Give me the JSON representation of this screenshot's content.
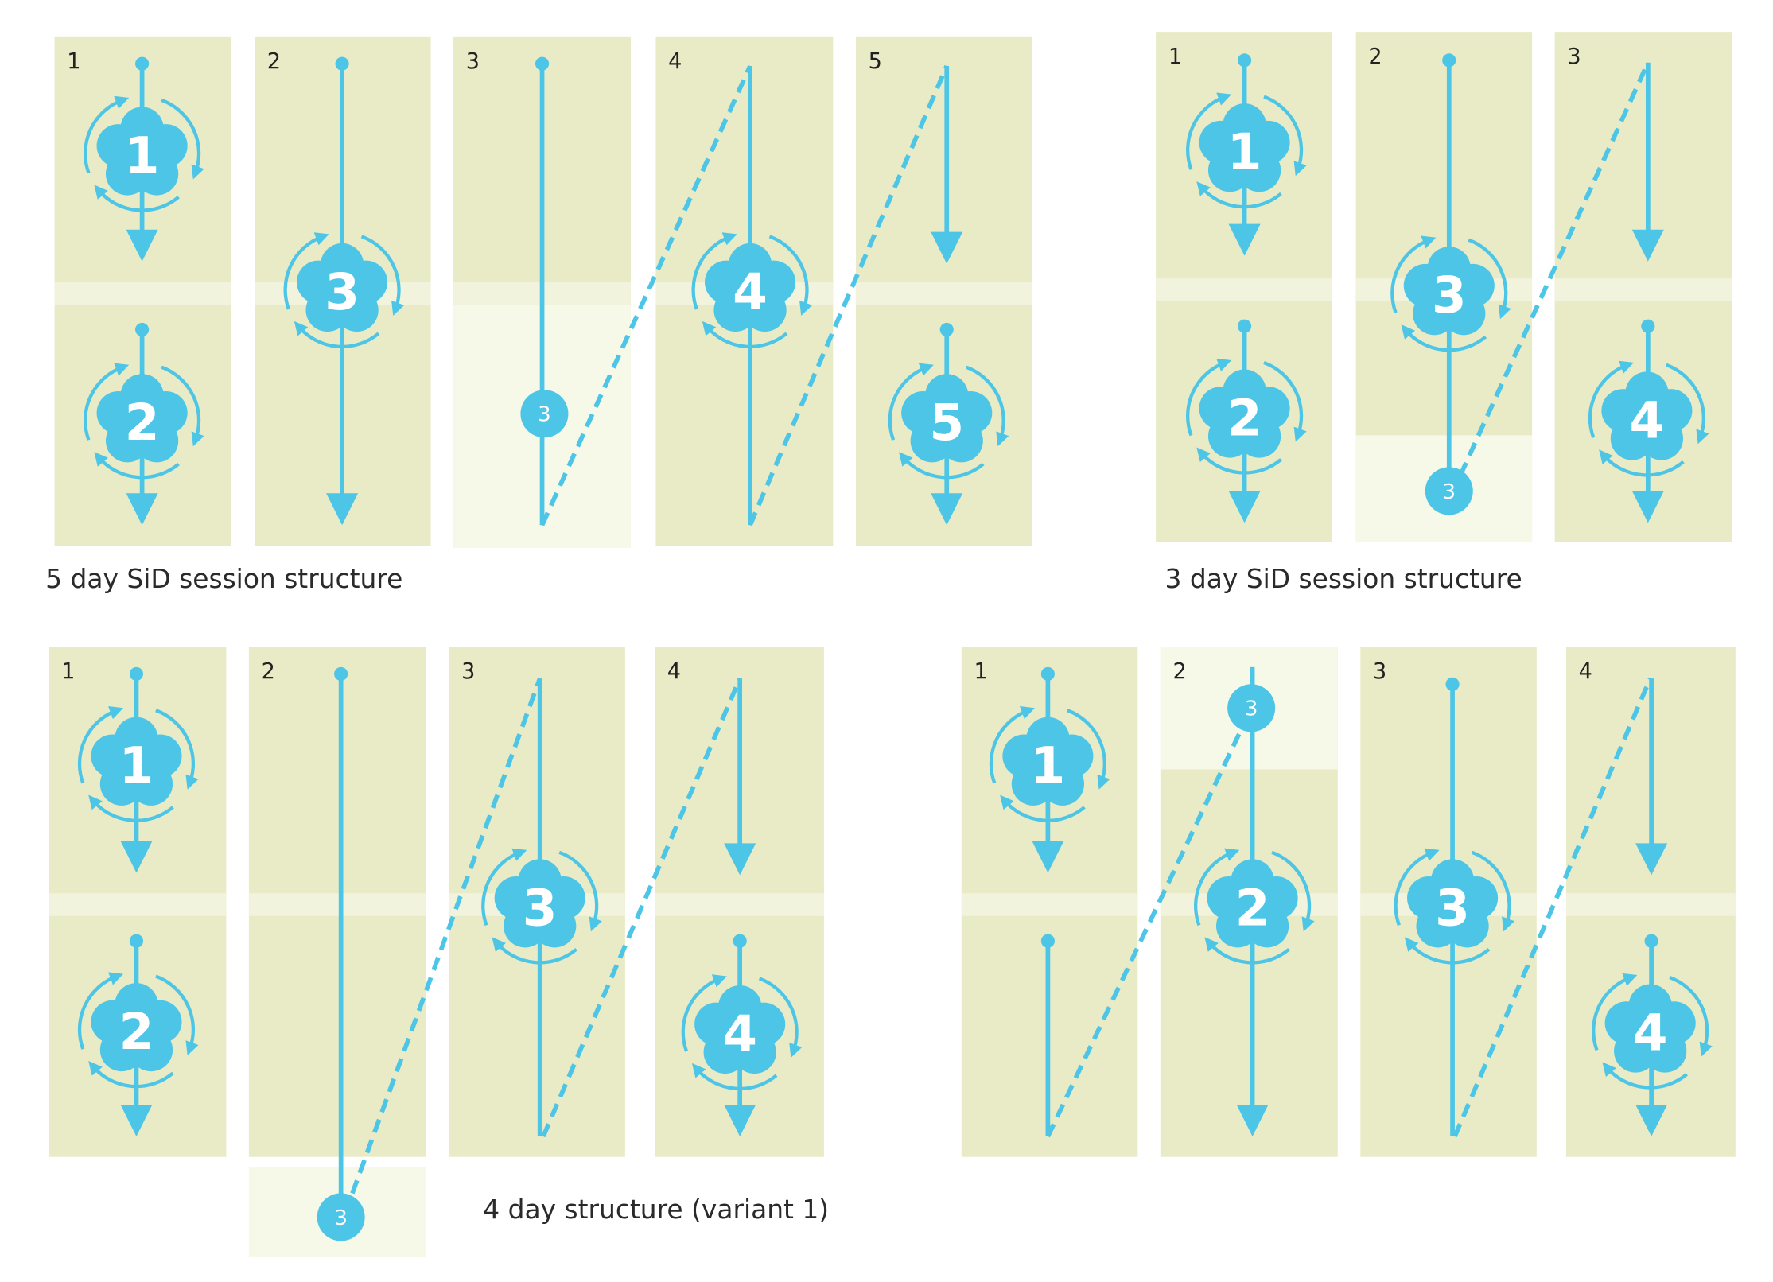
{
  "colors": {
    "panel": "#e8ebc5",
    "panel_light": "#f6f8e8",
    "divider": "#f1f3dc",
    "accent": "#4dc5e7",
    "text": "#222222"
  },
  "diagrams": [
    {
      "caption": "5 day SiD session structure",
      "panels": [
        "1",
        "2",
        "3",
        "4",
        "5"
      ],
      "flowers": [
        "1",
        "2",
        "3",
        "4",
        "5"
      ],
      "markers": [
        "3"
      ]
    },
    {
      "caption": "3 day SiD session structure",
      "panels": [
        "1",
        "2",
        "3"
      ],
      "flowers": [
        "1",
        "2",
        "3",
        "4"
      ],
      "markers": [
        "3"
      ]
    },
    {
      "caption": "4 day structure (variant 1)",
      "panels": [
        "1",
        "2",
        "3",
        "4"
      ],
      "flowers": [
        "1",
        "2",
        "3",
        "4"
      ],
      "markers": [
        "3"
      ]
    },
    {
      "caption": "",
      "panels": [
        "1",
        "2",
        "3",
        "4"
      ],
      "flowers": [
        "1",
        "2",
        "3",
        "4"
      ],
      "markers": [
        "3"
      ]
    }
  ]
}
